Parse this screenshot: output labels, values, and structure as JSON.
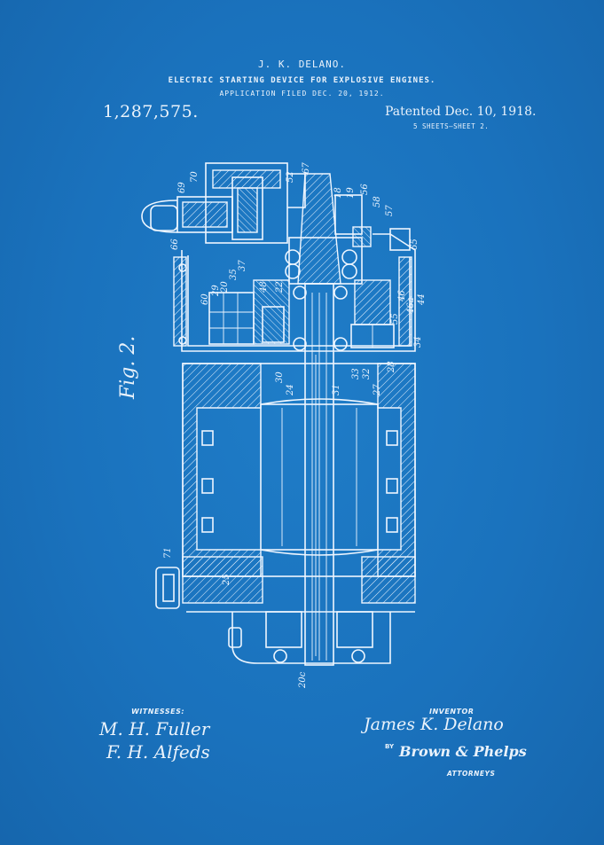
{
  "header": {
    "inventor_name": "J. K. DELANO.",
    "title": "ELECTRIC STARTING DEVICE FOR EXPLOSIVE ENGINES.",
    "filed": "APPLICATION FILED DEC. 20, 1912.",
    "patent_number": "1,287,575.",
    "patent_date": "Patented Dec. 10, 1918.",
    "sheets": "5 SHEETS—SHEET 2."
  },
  "figure_label": "Fig. 2.",
  "reference_numerals": [
    "70",
    "69",
    "52",
    "67",
    "18",
    "19",
    "56",
    "58",
    "57",
    "55",
    "65",
    "66",
    "37",
    "35",
    "20",
    "29",
    "60",
    "48",
    "22",
    "46",
    "46a",
    "44",
    "34",
    "30",
    "24",
    "31",
    "33",
    "32",
    "27",
    "28",
    "71",
    "25",
    "20c"
  ],
  "footer": {
    "witnesses_label": "WITNESSES:",
    "witness_1_signature": "M. H. Fuller",
    "witness_2_signature": "F. H. Alfeds",
    "inventor_label": "INVENTOR",
    "inventor_signature": "James K. Delano",
    "by_label": "BY",
    "attorney_signature": "Brown & Phelps",
    "attorneys_label": "ATTORNEYS"
  },
  "colors": {
    "background": "#1a73be",
    "linework": "#eef6ff"
  }
}
